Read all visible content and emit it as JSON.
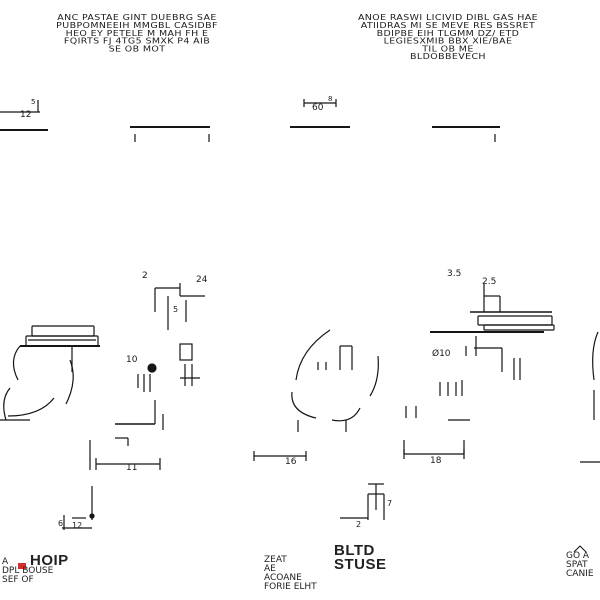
{
  "header": {
    "left_text": "ANC PASTAE GINT DUEBRG SAE\nPUBPOMNEEIH MMGBL CASIDBF\nHEO EY PETELE M MAH FH E\nFQIRTS FJ 4TG5 SMXK P4 AIB\nSE OB MOT",
    "right_text": "ANOE RASWI LICIVID DIBL GAS HAE\nATIIDRAS MI SE MEVE RES BSSRET\nBDIPBE EIH TLGMM DZ/ ETD\nLEGIESXMIB BBX XIE/BAE\nTIL OB ME\nBLDOBBEVECH"
  },
  "dimensions": {
    "top_left": "12",
    "top_left_aux": "5",
    "top_center": "60",
    "top_center_aux": "8",
    "mid_2": "2",
    "mid_24": "24",
    "mid_35": "3.5",
    "mid_25": "2.5",
    "mid_5": "5",
    "bore_left": "10",
    "bore_right": "Ø10",
    "bottom_11": "11",
    "bottom_16": "16",
    "bottom_18": "18",
    "small_6": "6",
    "small_12": "12",
    "small_2": "2",
    "small_7": "7"
  },
  "footer": {
    "left_big": "HOIP",
    "left_small": "A\nDPL BOUSE\nSEF OF",
    "center_big": "BLTD\nSTUSE",
    "center_small": "ZEAT\nAE\nACOANE\nFORIE ELHT",
    "right_small": "GO A\nSPAT\nCANIE"
  }
}
